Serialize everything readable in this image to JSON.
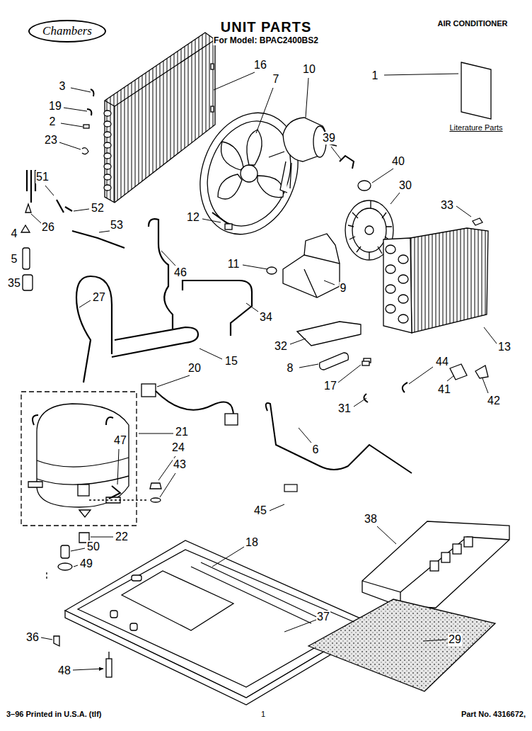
{
  "diagram": {
    "title": "UNIT PARTS",
    "nodes": [
      {
        "text": [
          "Chambers"
        ]
      }
    ],
    "labels": [
      "3",
      "19",
      "2",
      "23",
      "16",
      "7",
      "10",
      "39",
      "40",
      "30",
      "1",
      "33",
      "12",
      "51",
      "52",
      "26",
      "53",
      "46",
      "4",
      "5",
      "35",
      "11",
      "9",
      "27",
      "34",
      "32",
      "13",
      "15",
      "8",
      "17",
      "44",
      "41",
      "42",
      "31",
      "20",
      "47",
      "21",
      "24",
      "43",
      "6",
      "45",
      "38",
      "22",
      "50",
      "49",
      "18",
      "36",
      "37",
      "29",
      "48",
      "Literature Parts",
      "For Model: BPAC2400BS2",
      "AIR CONDITIONER",
      "3–96 Printed in U.S.A. (tlf)",
      "1",
      "Part No. 4316672,"
    ]
  }
}
